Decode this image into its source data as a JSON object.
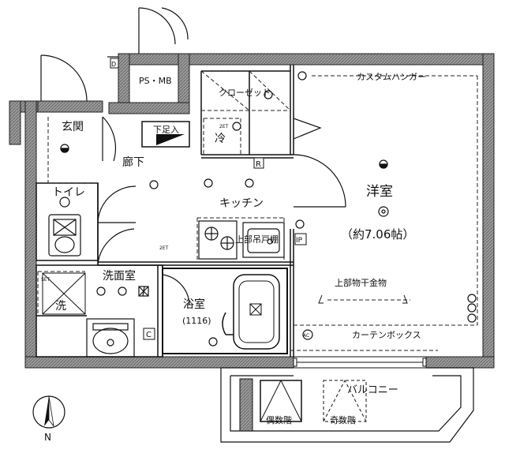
{
  "labels": {
    "ps_mb": "PS・MB",
    "custom_hanger": "カスタムハンガー",
    "closet": "クローゼット",
    "genkan": "玄関",
    "shoebox": "下足入",
    "refrigerator": "冷",
    "corridor": "廊下",
    "toilet": "トイレ",
    "kitchen": "キッチン",
    "upper_cabinet": "上部吊戸棚",
    "western_room": "洋室",
    "western_room_size": "（約7.06帖）",
    "drying_hardware": "上部物干金物",
    "washroom": "洗面室",
    "washer": "洗",
    "bathroom": "浴室",
    "bathroom_size": "(1116)",
    "curtain_box": "カーテンボックス",
    "balcony": "バルコニー",
    "even_floors": "偶数階",
    "odd_floors": "奇数階",
    "north": "N",
    "mark_d": "D",
    "mark_r": "R",
    "mark_c": "C",
    "mark_ip": "IP",
    "mark_ac": "AC",
    "mark_2et_a": "2ET",
    "mark_2et_b": "2ET",
    "mark_set": "SET"
  }
}
